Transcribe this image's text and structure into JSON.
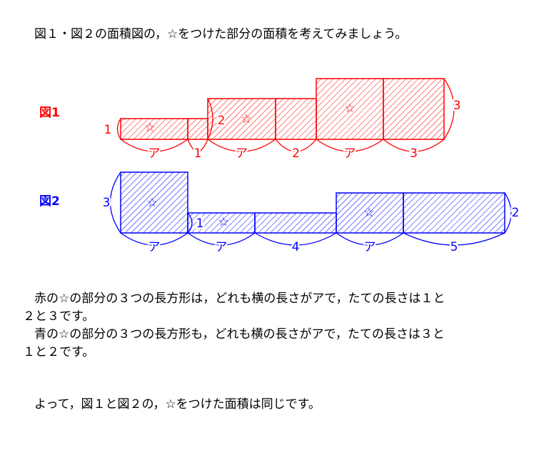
{
  "intro": "図１・図２の面積図の，☆をつけた部分の面積を考えてみましょう。",
  "fig1": {
    "title": "図1",
    "color": "#ff0000",
    "side_labels": [
      "1",
      "2",
      "3"
    ],
    "bottom_labels": [
      "ア",
      "1",
      "ア",
      "2",
      "ア",
      "3"
    ],
    "star": "☆"
  },
  "fig2": {
    "title": "図2",
    "color": "#0000ff",
    "side_labels": [
      "3",
      "1",
      "2"
    ],
    "bottom_labels": [
      "ア",
      "ア",
      "4",
      "ア",
      "5"
    ],
    "star": "☆"
  },
  "para1": [
    "赤の☆の部分の３つの長方形は，どれも横の長さがアで，たての長さは１と",
    "２と３です。"
  ],
  "para2": [
    "青の☆の部分の３つの長方形も，どれも横の長さがアで，たての長さは３と",
    "１と２です。"
  ],
  "conclusion": "よって，図１と図２の，☆をつけた面積は同じです。"
}
